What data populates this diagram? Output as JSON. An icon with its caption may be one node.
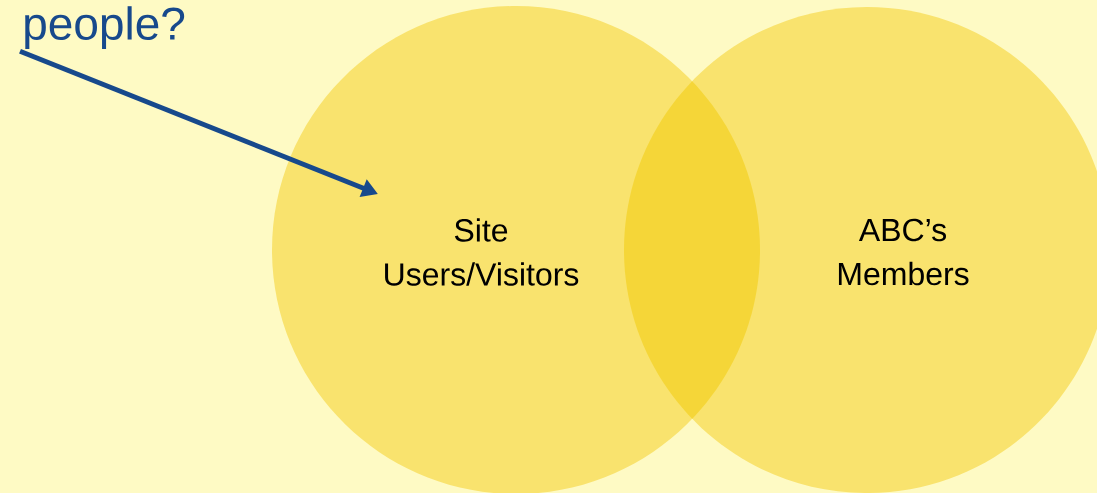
{
  "diagram": {
    "nodes": [
      {
        "text": [
          "people?"
        ]
      },
      {
        "text": [
          "Site Users/Visitors"
        ]
      },
      {
        "text": [
          "ABC’s Members"
        ]
      }
    ],
    "edges": [
      {
        "from": 0,
        "to": 1,
        "arrow": "to"
      }
    ]
  }
}
